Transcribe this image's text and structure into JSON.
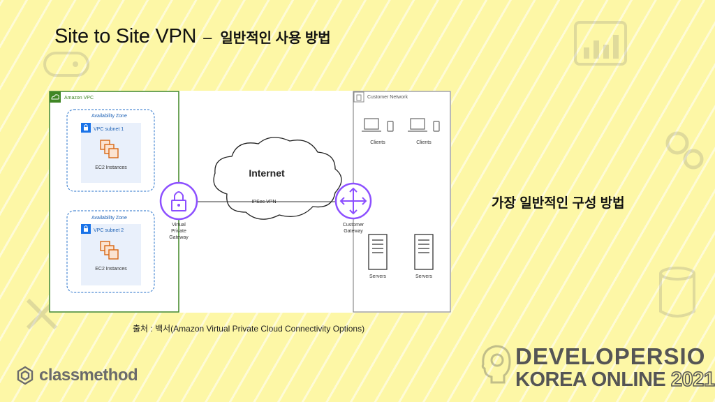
{
  "slide": {
    "title_main": "Site to Site VPN",
    "title_separator": "–",
    "title_sub": "일반적인 사용 방법",
    "side_note": "가장 일반적인 구성 방법",
    "caption": "출처 : 백서(Amazon Virtual Private Cloud Connectivity Options)"
  },
  "diagram": {
    "amazon_vpc_label": "Amazon VPC",
    "customer_network_label": "Customer Network",
    "availability_zone_label": "Availability Zone",
    "vpc_subnet_1_label": "VPC subnet 1",
    "vpc_subnet_2_label": "VPC subnet 2",
    "ec2_instances_label": "EC2 Instances",
    "internet_label": "Internet",
    "ipsec_label": "IPSec VPN",
    "virtual_private_gateway_label": [
      "Virtual",
      "Private",
      "Gateway"
    ],
    "customer_gateway_label": [
      "Customer",
      "Gateway"
    ],
    "clients_label": "Clients",
    "servers_label": "Servers"
  },
  "branding": {
    "classmethod": "classmethod",
    "developersio_line1": "DEVELOPERSIO",
    "developersio_line2": "KOREA ONLINE",
    "developersio_year": "2021"
  },
  "colors": {
    "background": "#fdf7a6",
    "aws_green": "#3f8624",
    "aws_blue": "#1a73e8",
    "ec2_orange": "#d86613",
    "gateway_purple": "#8c4fff",
    "zone_blue": "#4d8bd4"
  }
}
